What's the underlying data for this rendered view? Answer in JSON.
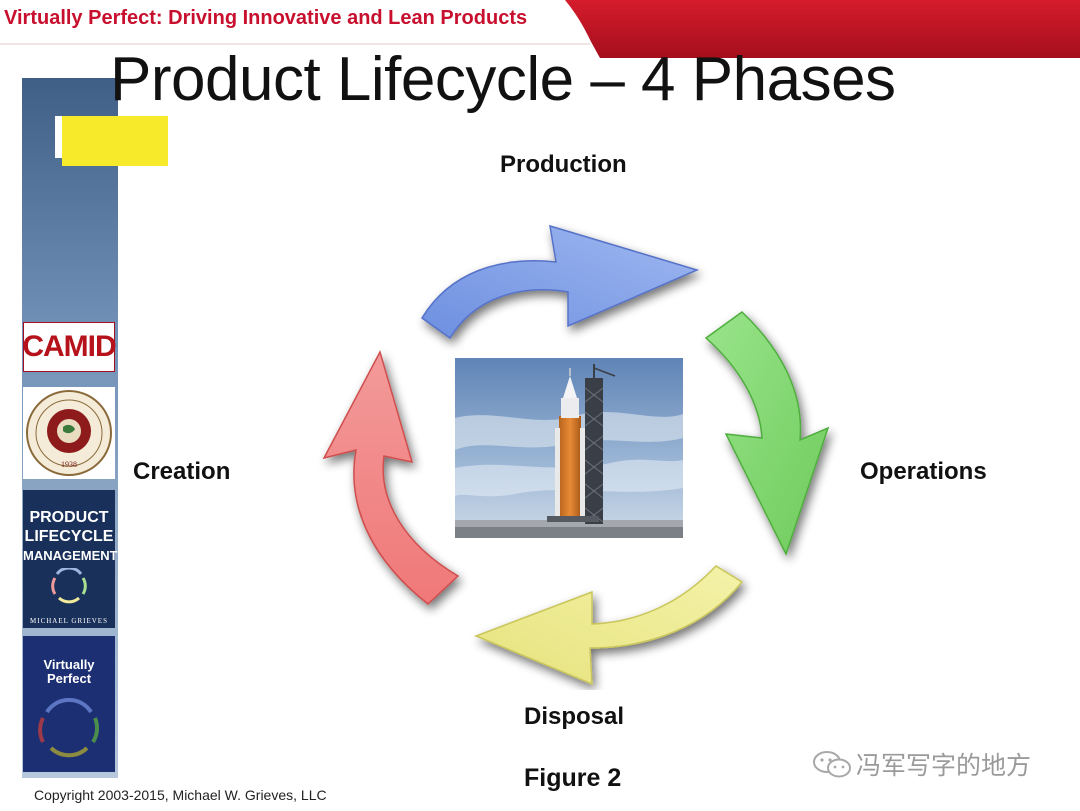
{
  "header": {
    "banner_text": "Virtually Perfect: Driving Innovative and Lean Products",
    "title": "Product Lifecycle – 4 Phases",
    "accent_color": "#c8102e"
  },
  "sidebar": {
    "camid_logo_text": "CAMID",
    "seal_icon": "institute-seal-icon",
    "seal_year": "1938",
    "book1": {
      "title_line1": "PRODUCT",
      "title_line2": "LIFECYCLE",
      "title_line3": "MANAGEMENT",
      "author": "MICHAEL GRIEVES"
    },
    "book2": {
      "title_line1": "Virtually",
      "title_line2": "Perfect"
    }
  },
  "diagram": {
    "phases": {
      "top": "Production",
      "right": "Operations",
      "bottom": "Disposal",
      "left": "Creation"
    },
    "arrow_colors": {
      "production": "#7b9ee6",
      "operations": "#7ed56c",
      "disposal": "#eeec94",
      "creation": "#f07a7a"
    },
    "center_image_icon": "rocket-launch-photo",
    "figure_label": "Figure 2"
  },
  "footer": {
    "copyright": "Copyright 2003-2015,  Michael W. Grieves, LLC",
    "watermark": "冯军写字的地方",
    "watermark_icon": "wechat-icon"
  }
}
